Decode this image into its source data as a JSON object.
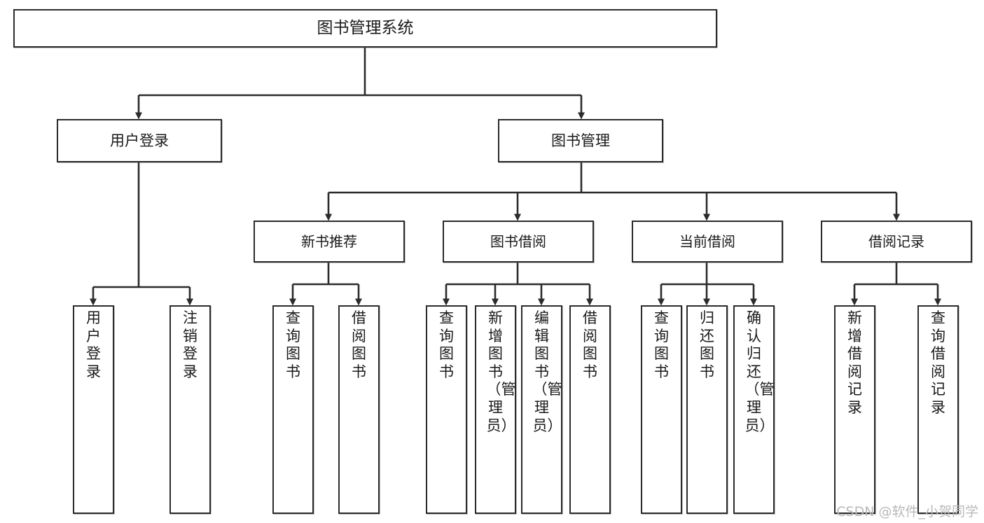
{
  "diagram": {
    "type": "tree",
    "title": "图书管理系统",
    "watermark": "CSDN @软件_小贺同学",
    "colors": {
      "box_border": "#2b2b2b",
      "box_fill": "#ffffff",
      "connector": "#2b2b2b",
      "watermark": "#b9b9b9"
    },
    "nodes": {
      "root": {
        "label": "图书管理系统"
      },
      "user_login": {
        "label": "用户登录"
      },
      "book_manage": {
        "label": "图书管理"
      },
      "new_book_rec": {
        "label": "新书推荐"
      },
      "book_borrow": {
        "label": "图书借阅"
      },
      "current_borrow": {
        "label": "当前借阅"
      },
      "borrow_record": {
        "label": "借阅记录"
      },
      "leaf_user_login": {
        "label": "用户登录"
      },
      "leaf_logout": {
        "label": "注销登录"
      },
      "leaf_query_book_1": {
        "label": "查询图书"
      },
      "leaf_borrow_book_1": {
        "label": "借阅图书"
      },
      "leaf_query_book_2": {
        "label": "查询图书"
      },
      "leaf_add_book_admin": {
        "label": "新增图书（管理员）"
      },
      "leaf_edit_book_admin": {
        "label": "编辑图书（管理员）"
      },
      "leaf_borrow_book_2": {
        "label": "借阅图书"
      },
      "leaf_query_book_3": {
        "label": "查询图书"
      },
      "leaf_return_book": {
        "label": "归还图书"
      },
      "leaf_confirm_return_admin": {
        "label": "确认归还（管理员）"
      },
      "leaf_add_borrow_record": {
        "label": "新增借阅记录"
      },
      "leaf_query_borrow_record": {
        "label": "查询借阅记录"
      }
    }
  }
}
